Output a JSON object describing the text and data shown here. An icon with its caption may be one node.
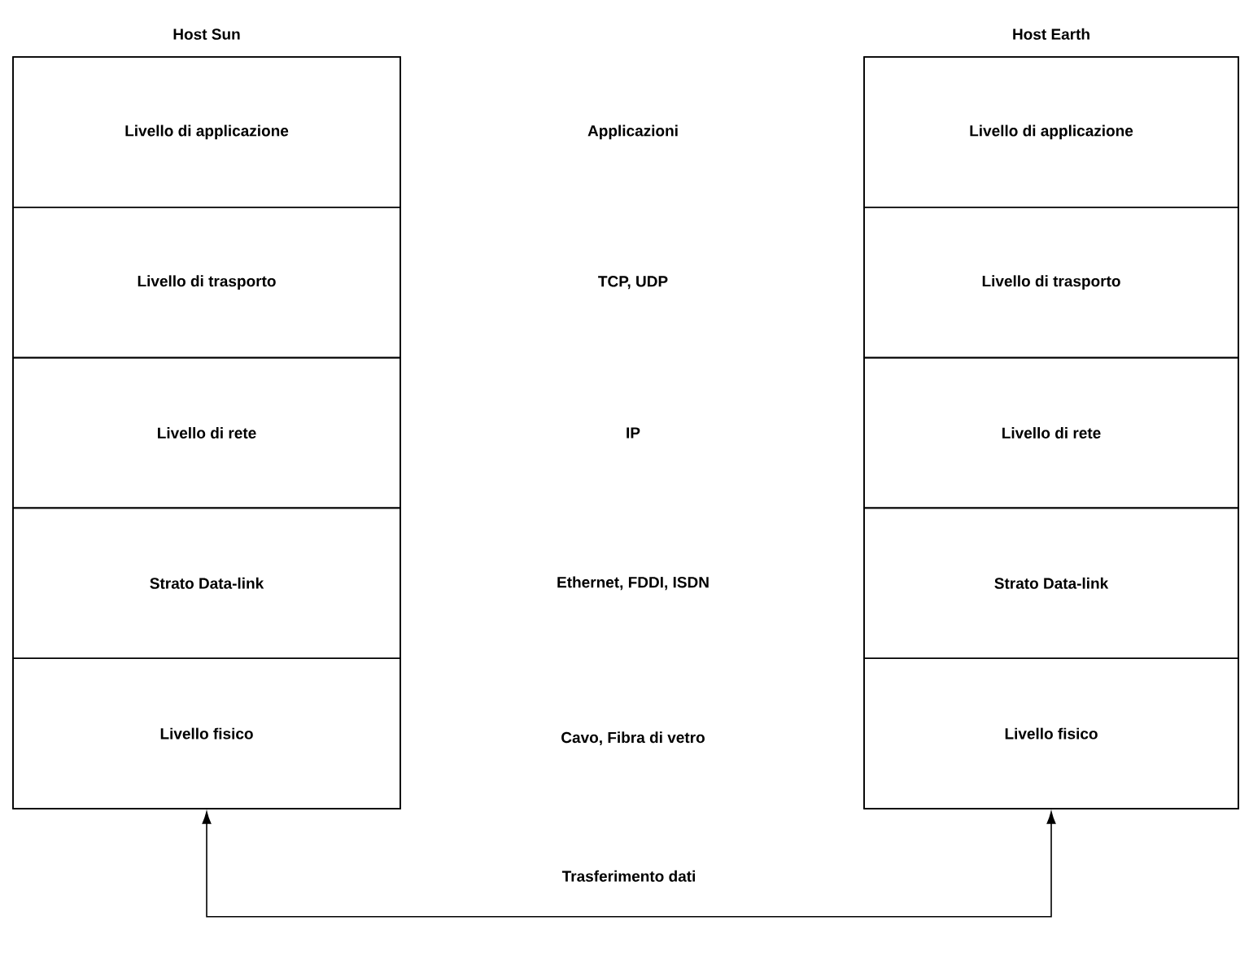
{
  "diagram": {
    "nodes": [
      {
        "text": [
          "Host Sun"
        ]
      },
      {
        "text": [
          "Livello di applicazione"
        ],
        "in": 0
      },
      {
        "text": [
          "Livello di trasporto"
        ],
        "in": 0
      },
      {
        "text": [
          "Livello di rete"
        ],
        "in": 0
      },
      {
        "text": [
          "Strato Data-link"
        ],
        "in": 0
      },
      {
        "text": [
          "Livello fisico"
        ],
        "in": 0
      },
      {
        "text": [
          "Host Earth"
        ]
      },
      {
        "text": [
          "Livello di applicazione"
        ],
        "in": 6
      },
      {
        "text": [
          "Livello di trasporto"
        ],
        "in": 6
      },
      {
        "text": [
          "Livello di rete"
        ],
        "in": 6
      },
      {
        "text": [
          "Strato Data-link"
        ],
        "in": 6
      },
      {
        "text": [
          "Livello fisico"
        ],
        "in": 6
      }
    ],
    "edges": [
      {
        "from": 5,
        "to": 11,
        "arrow": "both",
        "label": "Trasferimento dati"
      }
    ],
    "labels": [
      "Applicazioni",
      "TCP, UDP",
      "IP",
      "Ethernet, FDDI, ISDN",
      "Cavo, Fibra di vetro"
    ]
  }
}
